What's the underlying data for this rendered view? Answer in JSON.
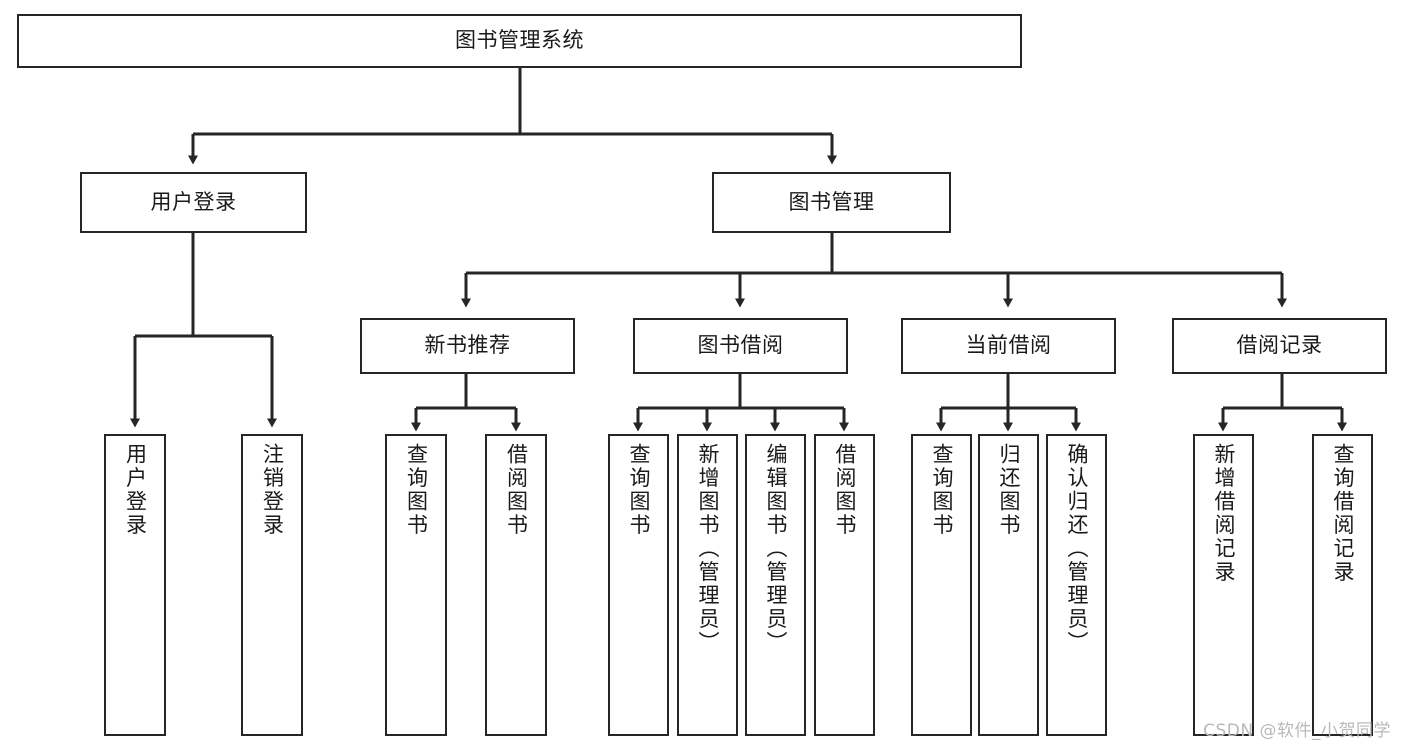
{
  "diagram": {
    "title": "图书管理系统",
    "type": "功能结构图",
    "root": {
      "id": "root",
      "label": "图书管理系统"
    },
    "tier2": [
      {
        "id": "user-login",
        "label": "用户登录"
      },
      {
        "id": "book-management",
        "label": "图书管理"
      }
    ],
    "tier3": [
      {
        "id": "new-book-recommend",
        "label": "新书推荐",
        "parent": "book-management"
      },
      {
        "id": "book-borrow",
        "label": "图书借阅",
        "parent": "book-management"
      },
      {
        "id": "current-borrow",
        "label": "当前借阅",
        "parent": "book-management"
      },
      {
        "id": "borrow-record",
        "label": "借阅记录",
        "parent": "book-management"
      }
    ],
    "leaves": {
      "user_login": [
        {
          "id": "leaf-user-login",
          "label": "用户登录"
        },
        {
          "id": "leaf-user-logout",
          "label": "注销登录"
        }
      ],
      "new_book_recommend": [
        {
          "id": "leaf-query-book-1",
          "label": "查询图书"
        },
        {
          "id": "leaf-borrow-book-1",
          "label": "借阅图书"
        }
      ],
      "book_borrow": [
        {
          "id": "leaf-query-book-2",
          "label": "查询图书"
        },
        {
          "id": "leaf-add-book",
          "label": "新增图书（管理员）"
        },
        {
          "id": "leaf-edit-book",
          "label": "编辑图书（管理员）"
        },
        {
          "id": "leaf-borrow-book-2",
          "label": "借阅图书"
        }
      ],
      "current_borrow": [
        {
          "id": "leaf-query-book-3",
          "label": "查询图书"
        },
        {
          "id": "leaf-return-book",
          "label": "归还图书"
        },
        {
          "id": "leaf-confirm-return",
          "label": "确认归还（管理员）"
        }
      ],
      "borrow_record": [
        {
          "id": "leaf-add-record",
          "label": "新增借阅记录"
        },
        {
          "id": "leaf-query-record",
          "label": "查询借阅记录"
        }
      ]
    },
    "colors": {
      "stroke": "#262626",
      "fill": "#ffffff",
      "text": "#1a1a1a",
      "watermark": "#b9b9b9"
    }
  },
  "watermark": {
    "text": "CSDN @软件_小贺同学"
  }
}
